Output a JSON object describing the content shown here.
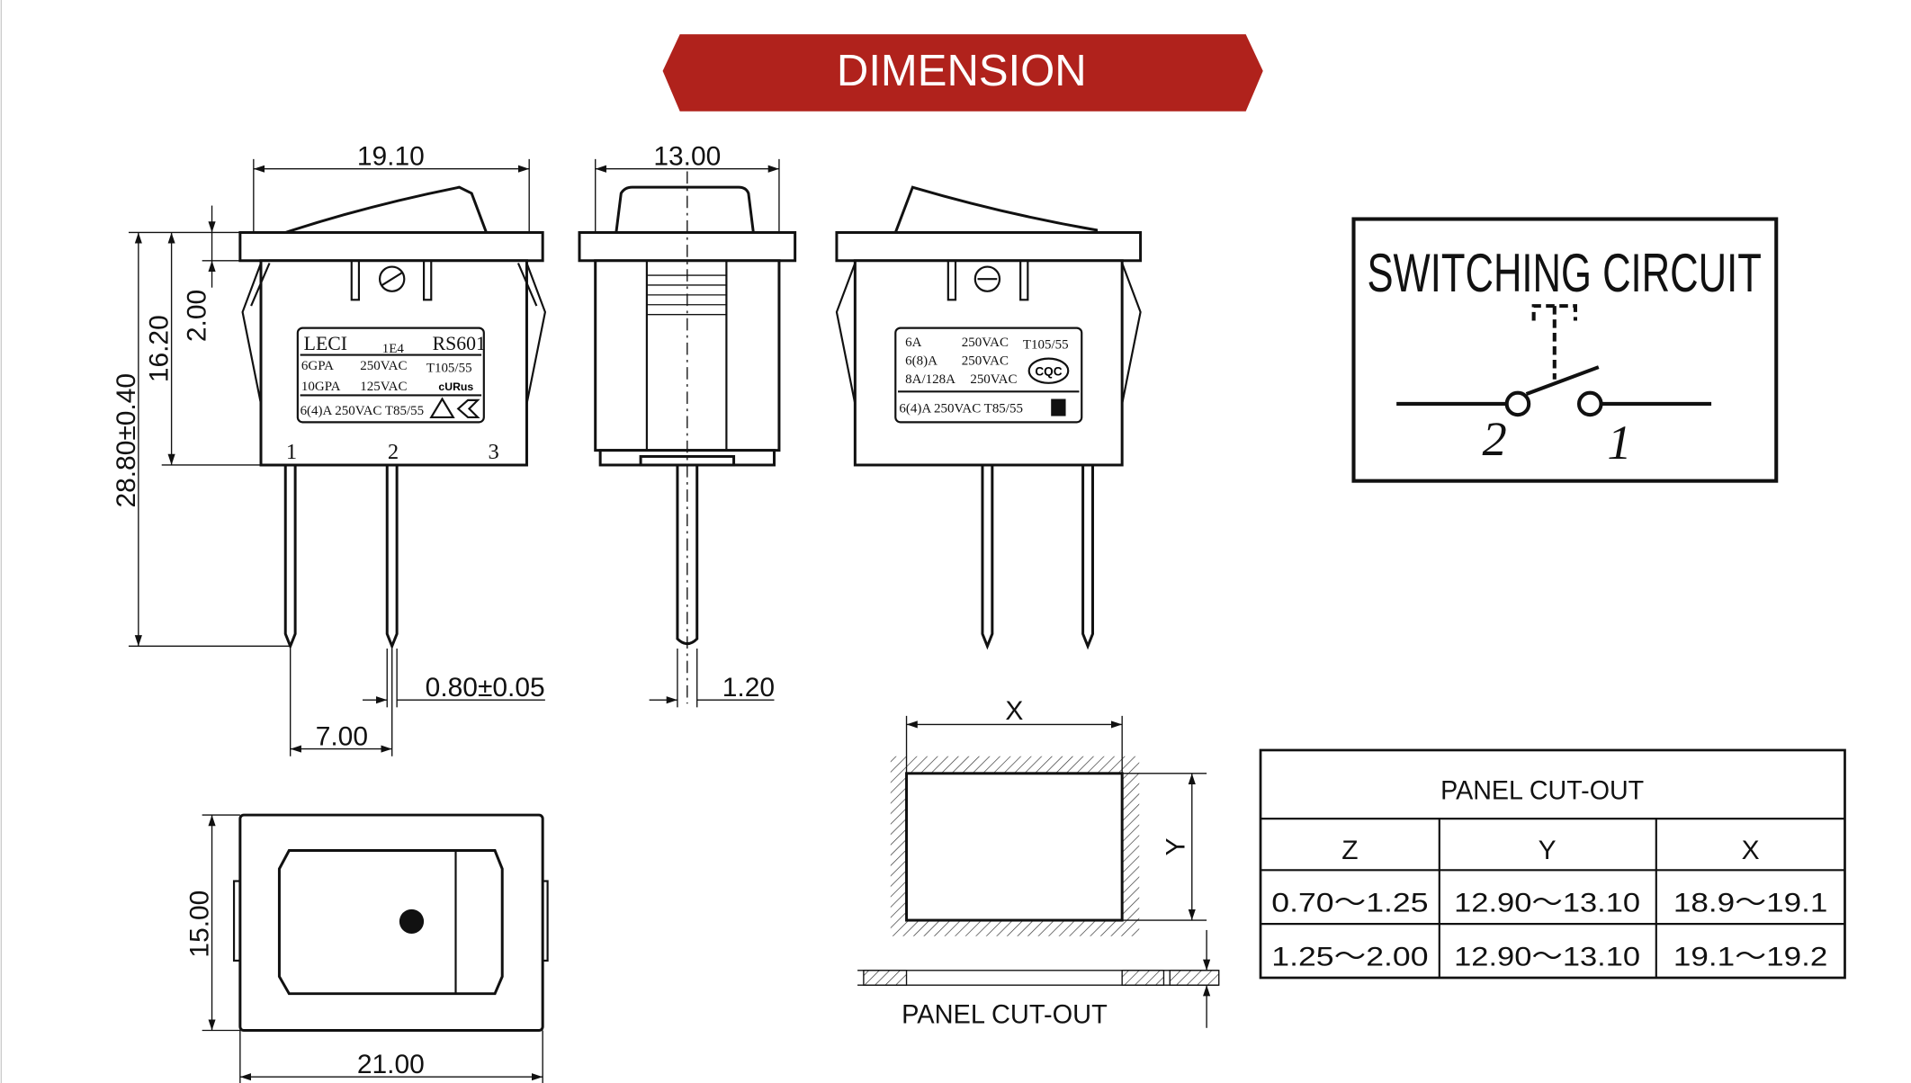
{
  "banner": {
    "title": "DIMENSION",
    "color": "#b0221c"
  },
  "front_view": {
    "width_dim": "19.10",
    "height_dim": "28.80±0.40",
    "body_dim": "16.20",
    "flange_dim": "2.00",
    "pin_width_dim": "0.80±0.05",
    "pin_pitch_dim": "7.00",
    "pins": [
      "1",
      "2",
      "3"
    ],
    "label": {
      "brand": "LECI",
      "code": "1E4",
      "model": "RS601",
      "r1": [
        "6GPA",
        "250VAC",
        "T105/55"
      ],
      "r2": [
        "10GPA",
        "125VAC"
      ],
      "r3": "6(4)A 250VAC T85/55",
      "cert": "cURus"
    }
  },
  "side_view": {
    "width_dim": "13.00",
    "pin_dim": "1.20"
  },
  "rear_view": {
    "label": {
      "r1": [
        "6A",
        "250VAC",
        "T105/55"
      ],
      "r2": [
        "6(8)A",
        "250VAC"
      ],
      "r3": [
        "8A/128A",
        "250VAC"
      ],
      "r4": "6(4)A 250VAC T85/55",
      "cert": "CQC"
    }
  },
  "circuit": {
    "title": "SWITCHING CIRCUIT",
    "terminals": [
      "2",
      "1"
    ]
  },
  "top_view": {
    "height_dim": "15.00",
    "width_dim": "21.00"
  },
  "cutout": {
    "x_label": "X",
    "y_label": "Y",
    "caption": "PANEL CUT-OUT"
  },
  "table": {
    "title": "PANEL CUT-OUT",
    "headers": [
      "Z",
      "Y",
      "X"
    ],
    "rows": [
      [
        "0.70～1.25",
        "12.90～13.10",
        "18.9～19.1"
      ],
      [
        "1.25～2.00",
        "12.90～13.10",
        "19.1～19.2"
      ]
    ]
  }
}
